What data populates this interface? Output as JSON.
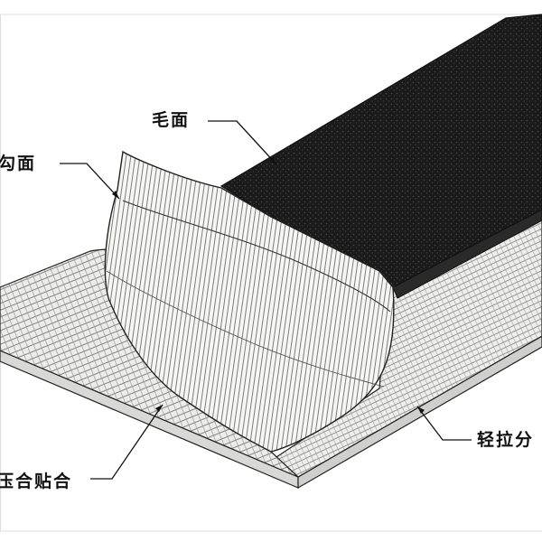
{
  "labels": {
    "hook": "勾面",
    "loop": "毛面",
    "peel": "轻拉分",
    "press": "压合贴合"
  },
  "colors": {
    "background": "#ffffff",
    "loop_face": "#1e1e1e",
    "mesh_fill": "#ececea",
    "mesh_line": "#6a6a6a",
    "hook_fill": "#f4f4f2",
    "outline": "#222222",
    "label_text": "#111111"
  }
}
